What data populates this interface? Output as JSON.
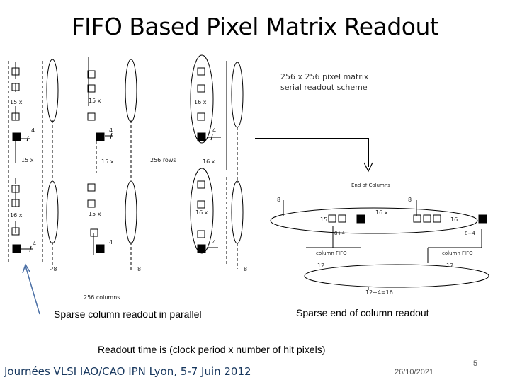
{
  "slide": {
    "title": "FIFO Based Pixel Matrix Readout",
    "caption_left": "Sparse  column readout in parallel",
    "caption_right": "Sparse  end of column readout",
    "readout_time": "Readout time is (clock period  x  number of hit pixels)",
    "footer_left": "Journées VLSI IAO/CAO  IPN  Lyon, 5-7 Juin 2012",
    "footer_date": "26/10/2021",
    "page_number": "5"
  },
  "diagram": {
    "scheme_title_line1": "256 x 256 pixel matrix",
    "scheme_title_line2": "serial  readout scheme",
    "rows_label": "256 rows",
    "columns_label": "256 columns",
    "end_of_columns": "End of Columns",
    "labels": {
      "l15x_a": "15 x",
      "l15x_b": "15 x",
      "l16x_a": "16 x",
      "l15x_c": "15 x",
      "l15x_d": "15 x",
      "l16x_b": "16 x",
      "l16x_c": "16 x",
      "l15x_e": "15 x",
      "l16x_d": "16 x",
      "n4_a": "4",
      "n4_b": "4",
      "n4_c": "4",
      "n4_d": "4",
      "n4_e": "4",
      "n4_f": "4",
      "n8_a": "- 8",
      "n8_b": "8",
      "n8_c": "8",
      "eoc_8_left": "8",
      "eoc_8_right": "8",
      "eoc_15": "15",
      "eoc_16x": "16 x",
      "eoc_16": "16",
      "eoc_84_left": "8+4",
      "eoc_84_right": "8+4",
      "col_fifo_left": "column FIFO",
      "col_fifo_right": "column FIFO",
      "bus_12_left": "12",
      "bus_12_right": "12",
      "bus_total": "12+4=16"
    }
  }
}
